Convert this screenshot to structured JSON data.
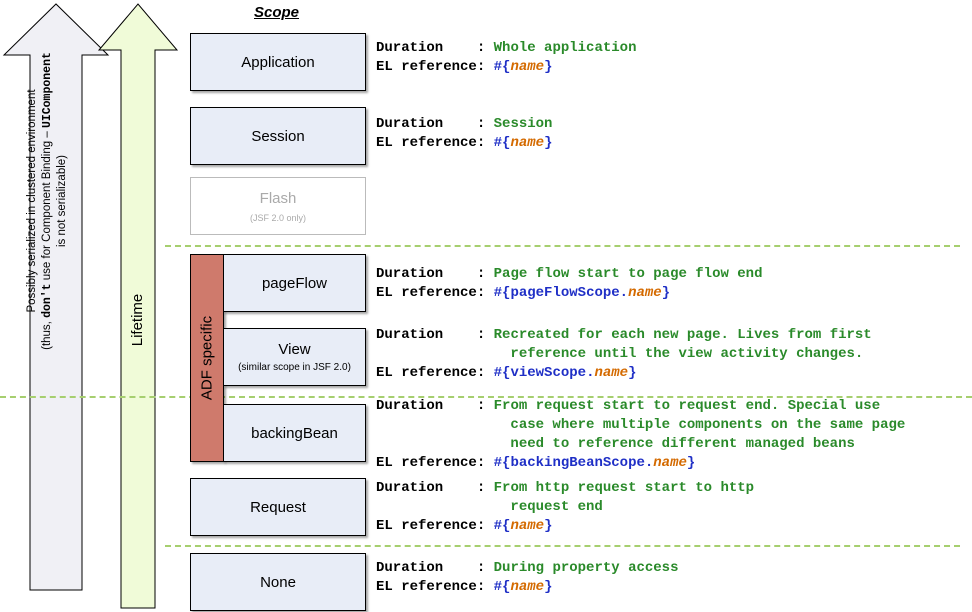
{
  "title": "Scope",
  "left_arrow": {
    "line1": "Possibly serialized in clustered environment",
    "line2_pre": "(thus, ",
    "line2_dont": "don't",
    "line2_mid": " use for Component Binding – ",
    "line2_code": "UIComponent",
    "line3": "is not serializable)"
  },
  "lifetime_label": "Lifetime",
  "adf_label": "ADF specific",
  "labels": {
    "duration": "Duration",
    "el_reference": "EL reference"
  },
  "scopes": [
    {
      "name": "Application",
      "duration": [
        "Whole application"
      ],
      "el_prefix": "",
      "el_name": "name"
    },
    {
      "name": "Session",
      "duration": [
        "Session"
      ],
      "el_prefix": "",
      "el_name": "name"
    },
    {
      "name": "Flash",
      "sub": "(JSF 2.0 only)"
    },
    {
      "name": "pageFlow",
      "duration": [
        "Page flow start to page flow end"
      ],
      "el_prefix": "pageFlowScope.",
      "el_name": "name"
    },
    {
      "name": "View",
      "sub": "(similar scope in JSF 2.0)",
      "duration": [
        "Recreated for each new page. Lives from first",
        "reference until the view activity changes."
      ],
      "el_prefix": "viewScope.",
      "el_name": "name"
    },
    {
      "name": "backingBean",
      "duration": [
        "From request start to request end. Special use",
        "case where multiple components on the same page",
        "need to reference different managed beans"
      ],
      "el_prefix": "backingBeanScope.",
      "el_name": "name"
    },
    {
      "name": "Request",
      "duration": [
        "From http request start to http",
        "request end"
      ],
      "el_prefix": "",
      "el_name": "name"
    },
    {
      "name": "None",
      "duration": [
        "During property access"
      ],
      "el_prefix": "",
      "el_name": "name"
    }
  ],
  "colors": {
    "box_fill": "#e8edf7",
    "adf_fill": "#cf7a6c",
    "lifetime_arrow_fill": "#f0fbd8",
    "serialized_arrow_fill": "#f0f0f5",
    "duration_text": "#2a8a2a",
    "el_text": "#1f2fc6",
    "name_text": "#d46a00",
    "dash_line": "#a6cf6f"
  }
}
